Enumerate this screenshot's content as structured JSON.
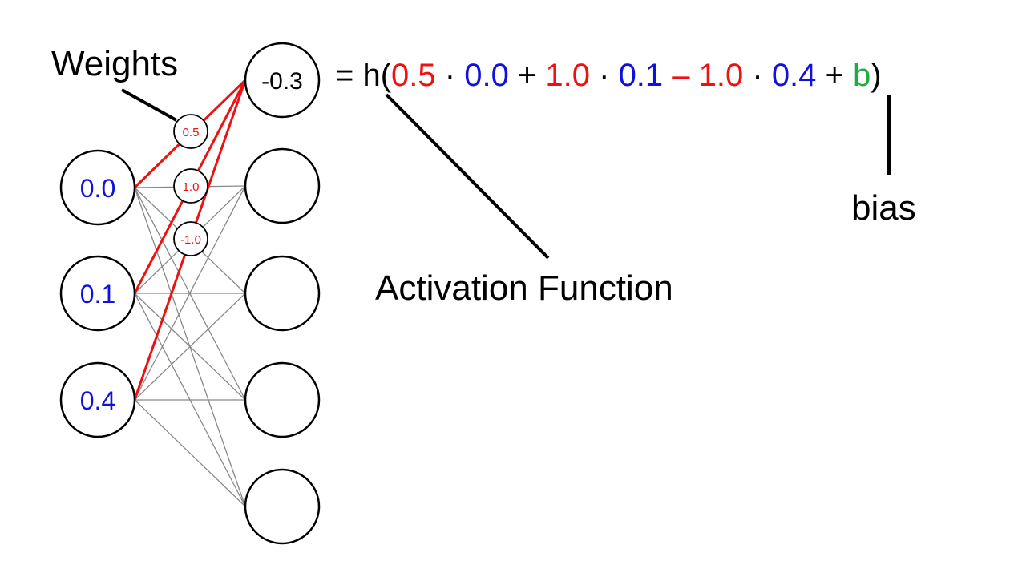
{
  "labels": {
    "weights": "Weights",
    "activation_function": "Activation Function",
    "bias": "bias"
  },
  "network": {
    "inputs": [
      "0.0",
      "0.1",
      "0.4"
    ],
    "output_top": "-0.3",
    "hidden_count": 5,
    "highlighted_weights": [
      "0.5",
      "1.0",
      "-1.0"
    ]
  },
  "equation": {
    "prefix": "= h(",
    "w1": "0.5",
    "dot1": " · ",
    "x1": "0.0",
    "plus1": " + ",
    "w2": "1.0",
    "dot2": " · ",
    "x2": "0.1",
    "minus": " – ",
    "w3": "1.0",
    "dot3": " · ",
    "x3": "0.4",
    "plus2": " + ",
    "b": "b",
    "suffix": ")"
  },
  "colors": {
    "weight": "#ee1111",
    "input": "#1111dd",
    "bias": "#22aa44",
    "edge": "#888888",
    "stroke": "#000000"
  }
}
